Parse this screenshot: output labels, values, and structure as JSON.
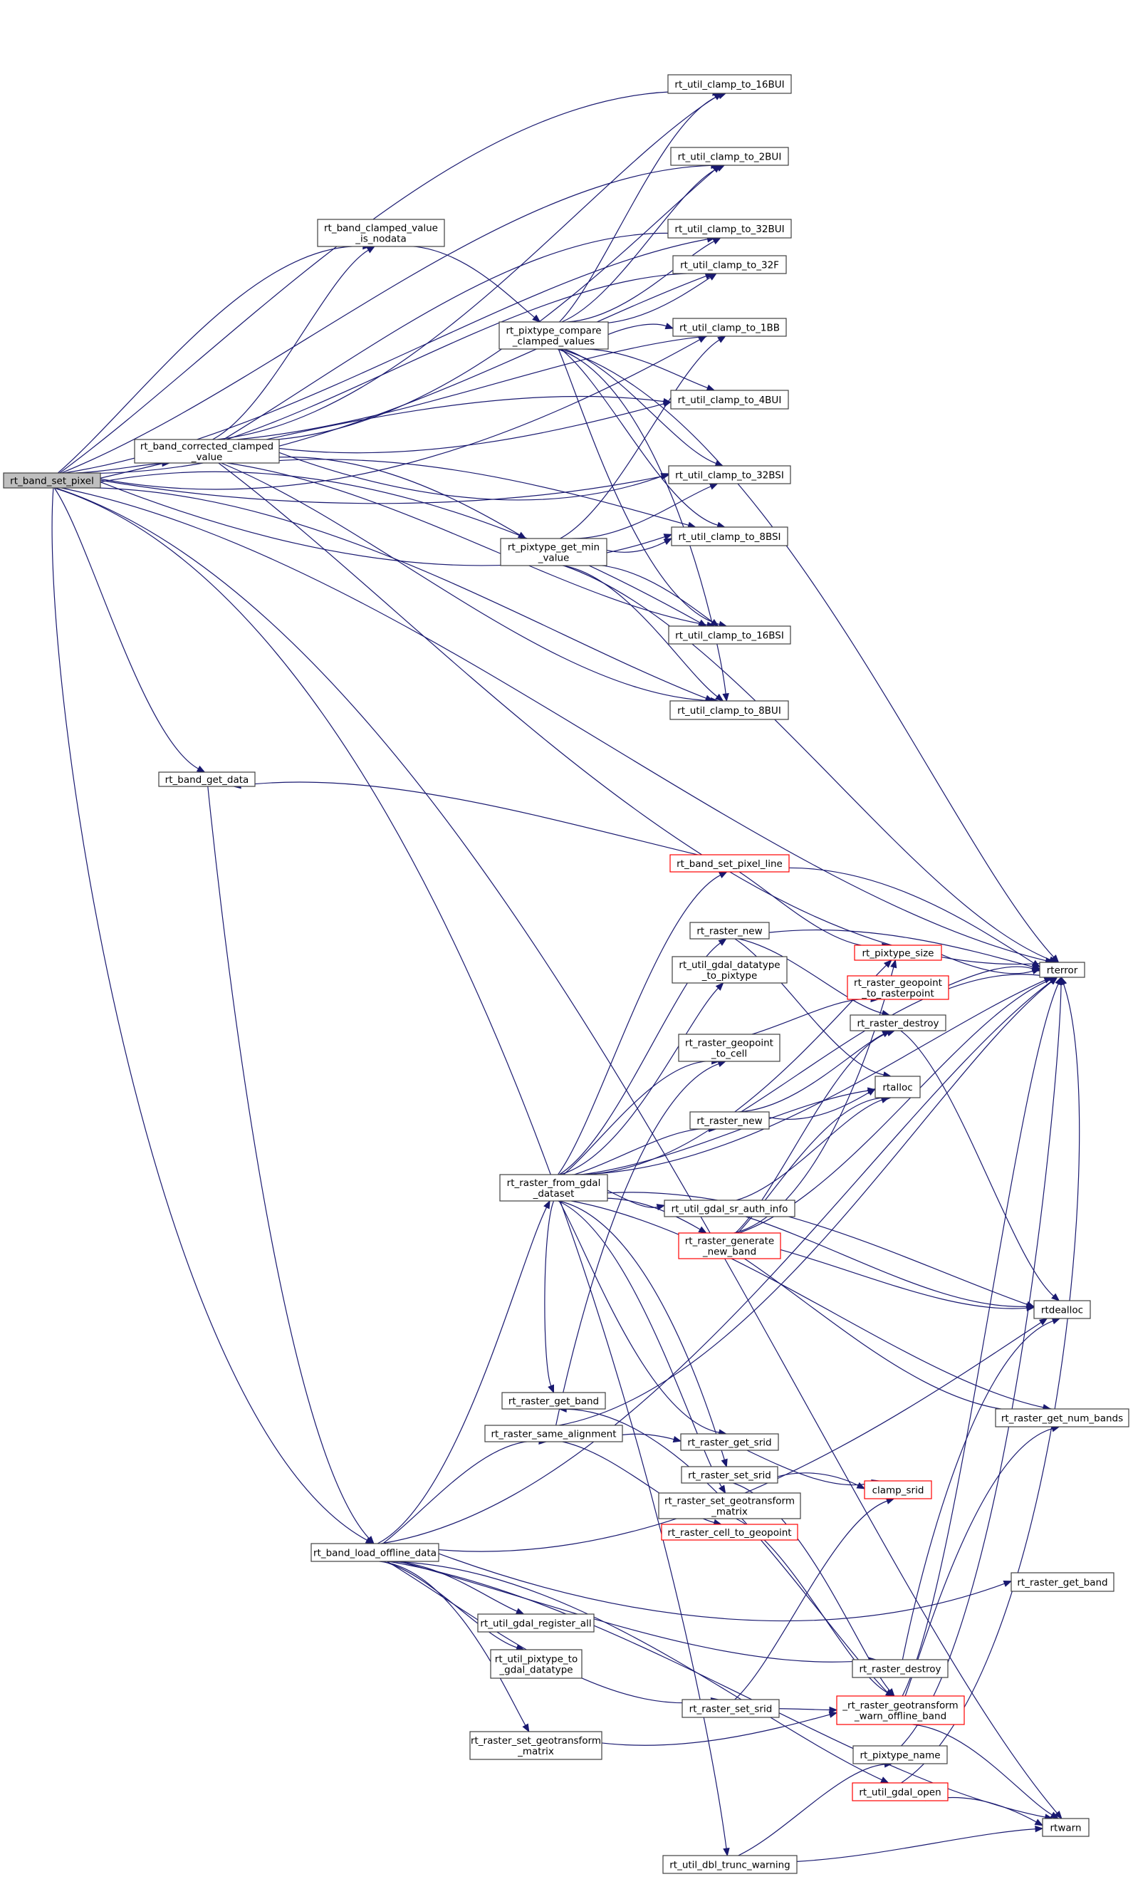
{
  "title": "Call graph of rt_band_set_pixel",
  "colors": {
    "edge": "#191970",
    "node_border": "#404040",
    "root_fill": "#bfbfbf",
    "truncated_border": "#ff0000"
  },
  "nodes": [
    {
      "id": "n0",
      "lines": [
        "rt_band_set_pixel"
      ],
      "style": "root"
    },
    {
      "id": "n1",
      "lines": [
        "rt_band_corrected_clamped",
        "_value"
      ],
      "style": "normal"
    },
    {
      "id": "n2",
      "lines": [
        "rt_band_clamped_value",
        "_is_nodata"
      ],
      "style": "normal"
    },
    {
      "id": "n3",
      "lines": [
        "rt_pixtype_compare",
        "_clamped_values"
      ],
      "style": "normal"
    },
    {
      "id": "n4",
      "lines": [
        "rt_pixtype_get_min",
        "_value"
      ],
      "style": "normal"
    },
    {
      "id": "n5",
      "lines": [
        "rt_util_clamp_to_16BUI"
      ],
      "style": "normal"
    },
    {
      "id": "n6",
      "lines": [
        "rt_util_clamp_to_2BUI"
      ],
      "style": "normal"
    },
    {
      "id": "n7",
      "lines": [
        "rt_util_clamp_to_32BUI"
      ],
      "style": "normal"
    },
    {
      "id": "n8",
      "lines": [
        "rt_util_clamp_to_32F"
      ],
      "style": "normal"
    },
    {
      "id": "n9",
      "lines": [
        "rt_util_clamp_to_1BB"
      ],
      "style": "normal"
    },
    {
      "id": "n10",
      "lines": [
        "rt_util_clamp_to_4BUI"
      ],
      "style": "normal"
    },
    {
      "id": "n11",
      "lines": [
        "rt_util_clamp_to_32BSI"
      ],
      "style": "normal"
    },
    {
      "id": "n12",
      "lines": [
        "rt_util_clamp_to_8BSI"
      ],
      "style": "normal"
    },
    {
      "id": "n13",
      "lines": [
        "rt_util_clamp_to_16BSI"
      ],
      "style": "normal"
    },
    {
      "id": "n14",
      "lines": [
        "rt_util_clamp_to_8BUI"
      ],
      "style": "normal"
    },
    {
      "id": "n15",
      "lines": [
        "rterror"
      ],
      "style": "normal"
    },
    {
      "id": "n16",
      "lines": [
        "rt_band_get_data"
      ],
      "style": "normal"
    },
    {
      "id": "n17",
      "lines": [
        "rt_band_set_pixel_line"
      ],
      "style": "linked"
    },
    {
      "id": "n18",
      "lines": [
        "rt_raster_new"
      ],
      "style": "normal"
    },
    {
      "id": "n19",
      "lines": [
        "rt_util_gdal_datatype",
        "_to_pixtype"
      ],
      "style": "normal"
    },
    {
      "id": "n20",
      "lines": [
        "rt_pixtype_size"
      ],
      "style": "linked"
    },
    {
      "id": "n21",
      "lines": [
        "rt_raster_geopoint",
        "_to_rasterpoint"
      ],
      "style": "linked"
    },
    {
      "id": "n22",
      "lines": [
        "rt_raster_geopoint",
        "_to_cell"
      ],
      "style": "normal"
    },
    {
      "id": "n23",
      "lines": [
        "rt_raster_destroy"
      ],
      "style": "normal"
    },
    {
      "id": "n24",
      "lines": [
        "rt_raster_new"
      ],
      "style": "normal"
    },
    {
      "id": "n25",
      "lines": [
        "rtalloc"
      ],
      "style": "normal"
    },
    {
      "id": "n26",
      "lines": [
        "rt_raster_from_gdal",
        "_dataset"
      ],
      "style": "normal"
    },
    {
      "id": "n27",
      "lines": [
        "rt_util_gdal_sr_auth_info"
      ],
      "style": "normal"
    },
    {
      "id": "n28",
      "lines": [
        "rt_raster_generate",
        "_new_band"
      ],
      "style": "linked"
    },
    {
      "id": "n29",
      "lines": [
        "rtdealloc"
      ],
      "style": "normal"
    },
    {
      "id": "n30",
      "lines": [
        "rt_raster_get_band"
      ],
      "style": "normal"
    },
    {
      "id": "n31",
      "lines": [
        "rt_raster_get_num_bands"
      ],
      "style": "normal"
    },
    {
      "id": "n32",
      "lines": [
        "rt_raster_same_alignment"
      ],
      "style": "normal"
    },
    {
      "id": "n33",
      "lines": [
        "rt_raster_get_srid"
      ],
      "style": "normal"
    },
    {
      "id": "n34",
      "lines": [
        "rt_raster_set_srid"
      ],
      "style": "normal"
    },
    {
      "id": "n35",
      "lines": [
        "clamp_srid"
      ],
      "style": "linked"
    },
    {
      "id": "n36",
      "lines": [
        "rt_raster_set_geotransform",
        "_matrix"
      ],
      "style": "normal"
    },
    {
      "id": "n37",
      "lines": [
        "rt_raster_cell_to_geopoint"
      ],
      "style": "linked"
    },
    {
      "id": "n38",
      "lines": [
        "rt_band_load_offline_data"
      ],
      "style": "normal"
    },
    {
      "id": "n39",
      "lines": [
        "rt_raster_get_band"
      ],
      "style": "normal"
    },
    {
      "id": "n40",
      "lines": [
        "rt_util_gdal_register_all"
      ],
      "style": "normal"
    },
    {
      "id": "n41",
      "lines": [
        "rt_util_pixtype_to",
        "_gdal_datatype"
      ],
      "style": "normal"
    },
    {
      "id": "n42",
      "lines": [
        "rt_raster_destroy"
      ],
      "style": "normal"
    },
    {
      "id": "n43",
      "lines": [
        "rt_raster_set_srid"
      ],
      "style": "normal"
    },
    {
      "id": "n44",
      "lines": [
        "_rt_raster_geotransform",
        "_warn_offline_band"
      ],
      "style": "linked"
    },
    {
      "id": "n45",
      "lines": [
        "rt_raster_set_geotransform",
        "_matrix"
      ],
      "style": "normal"
    },
    {
      "id": "n46",
      "lines": [
        "rt_pixtype_name"
      ],
      "style": "normal"
    },
    {
      "id": "n47",
      "lines": [
        "rt_util_gdal_open"
      ],
      "style": "linked"
    },
    {
      "id": "n48",
      "lines": [
        "rtwarn"
      ],
      "style": "normal"
    },
    {
      "id": "n49",
      "lines": [
        "rt_util_dbl_trunc_warning"
      ],
      "style": "normal"
    }
  ],
  "edges": [
    [
      "n0",
      "n5"
    ],
    [
      "n0",
      "n6"
    ],
    [
      "n0",
      "n7"
    ],
    [
      "n0",
      "n8"
    ],
    [
      "n0",
      "n9"
    ],
    [
      "n0",
      "n2"
    ],
    [
      "n0",
      "n10"
    ],
    [
      "n0",
      "n1"
    ],
    [
      "n0",
      "n11"
    ],
    [
      "n0",
      "n12"
    ],
    [
      "n0",
      "n13"
    ],
    [
      "n0",
      "n14"
    ],
    [
      "n0",
      "n15"
    ],
    [
      "n0",
      "n16"
    ],
    [
      "n0",
      "n38"
    ],
    [
      "n0",
      "n49"
    ],
    [
      "n0",
      "n48"
    ],
    [
      "n1",
      "n2"
    ],
    [
      "n1",
      "n5"
    ],
    [
      "n1",
      "n6"
    ],
    [
      "n1",
      "n7"
    ],
    [
      "n1",
      "n8"
    ],
    [
      "n1",
      "n9"
    ],
    [
      "n1",
      "n10"
    ],
    [
      "n1",
      "n11"
    ],
    [
      "n1",
      "n4"
    ],
    [
      "n1",
      "n12"
    ],
    [
      "n1",
      "n13"
    ],
    [
      "n1",
      "n14"
    ],
    [
      "n1",
      "n15"
    ],
    [
      "n2",
      "n3"
    ],
    [
      "n3",
      "n5"
    ],
    [
      "n3",
      "n6"
    ],
    [
      "n3",
      "n7"
    ],
    [
      "n3",
      "n8"
    ],
    [
      "n3",
      "n9"
    ],
    [
      "n3",
      "n10"
    ],
    [
      "n3",
      "n11"
    ],
    [
      "n3",
      "n12"
    ],
    [
      "n3",
      "n13"
    ],
    [
      "n3",
      "n14"
    ],
    [
      "n3",
      "n15"
    ],
    [
      "n4",
      "n9"
    ],
    [
      "n4",
      "n11"
    ],
    [
      "n4",
      "n12"
    ],
    [
      "n4",
      "n13"
    ],
    [
      "n4",
      "n14"
    ],
    [
      "n4",
      "n15"
    ],
    [
      "n17",
      "n16"
    ],
    [
      "n17",
      "n20"
    ],
    [
      "n17",
      "n15"
    ],
    [
      "n18",
      "n15"
    ],
    [
      "n18",
      "n23"
    ],
    [
      "n18",
      "n25"
    ],
    [
      "n20",
      "n15"
    ],
    [
      "n21",
      "n15"
    ],
    [
      "n22",
      "n21"
    ],
    [
      "n23",
      "n29"
    ],
    [
      "n24",
      "n23"
    ],
    [
      "n24",
      "n25"
    ],
    [
      "n24",
      "n15"
    ],
    [
      "n26",
      "n17"
    ],
    [
      "n26",
      "n18"
    ],
    [
      "n26",
      "n19"
    ],
    [
      "n26",
      "n20"
    ],
    [
      "n26",
      "n22"
    ],
    [
      "n26",
      "n24"
    ],
    [
      "n26",
      "n25"
    ],
    [
      "n26",
      "n15"
    ],
    [
      "n26",
      "n27"
    ],
    [
      "n26",
      "n28"
    ],
    [
      "n26",
      "n29"
    ],
    [
      "n26",
      "n31"
    ],
    [
      "n26",
      "n30"
    ],
    [
      "n26",
      "n33"
    ],
    [
      "n26",
      "n34"
    ],
    [
      "n26",
      "n36"
    ],
    [
      "n27",
      "n25"
    ],
    [
      "n27",
      "n29"
    ],
    [
      "n28",
      "n20"
    ],
    [
      "n28",
      "n25"
    ],
    [
      "n28",
      "n23"
    ],
    [
      "n28",
      "n15"
    ],
    [
      "n28",
      "n29"
    ],
    [
      "n28",
      "n31"
    ],
    [
      "n32",
      "n22"
    ],
    [
      "n32",
      "n33"
    ],
    [
      "n32",
      "n37"
    ],
    [
      "n32",
      "n15"
    ],
    [
      "n33",
      "n35"
    ],
    [
      "n34",
      "n35"
    ],
    [
      "n34",
      "n44"
    ],
    [
      "n36",
      "n44"
    ],
    [
      "n38",
      "n26"
    ],
    [
      "n38",
      "n39"
    ],
    [
      "n38",
      "n32"
    ],
    [
      "n38",
      "n40"
    ],
    [
      "n38",
      "n41"
    ],
    [
      "n38",
      "n42"
    ],
    [
      "n38",
      "n43"
    ],
    [
      "n38",
      "n45"
    ],
    [
      "n38",
      "n47"
    ],
    [
      "n38",
      "n48"
    ],
    [
      "n38",
      "n15"
    ],
    [
      "n38",
      "n29"
    ],
    [
      "n42",
      "n29"
    ],
    [
      "n43",
      "n35"
    ],
    [
      "n43",
      "n44"
    ],
    [
      "n45",
      "n44"
    ],
    [
      "n44",
      "n30"
    ],
    [
      "n44",
      "n31"
    ],
    [
      "n44",
      "n48"
    ],
    [
      "n44",
      "n15"
    ],
    [
      "n46",
      "n15"
    ],
    [
      "n47",
      "n15"
    ],
    [
      "n47",
      "n48"
    ],
    [
      "n49",
      "n46"
    ],
    [
      "n49",
      "n48"
    ],
    [
      "n16",
      "n38"
    ]
  ]
}
